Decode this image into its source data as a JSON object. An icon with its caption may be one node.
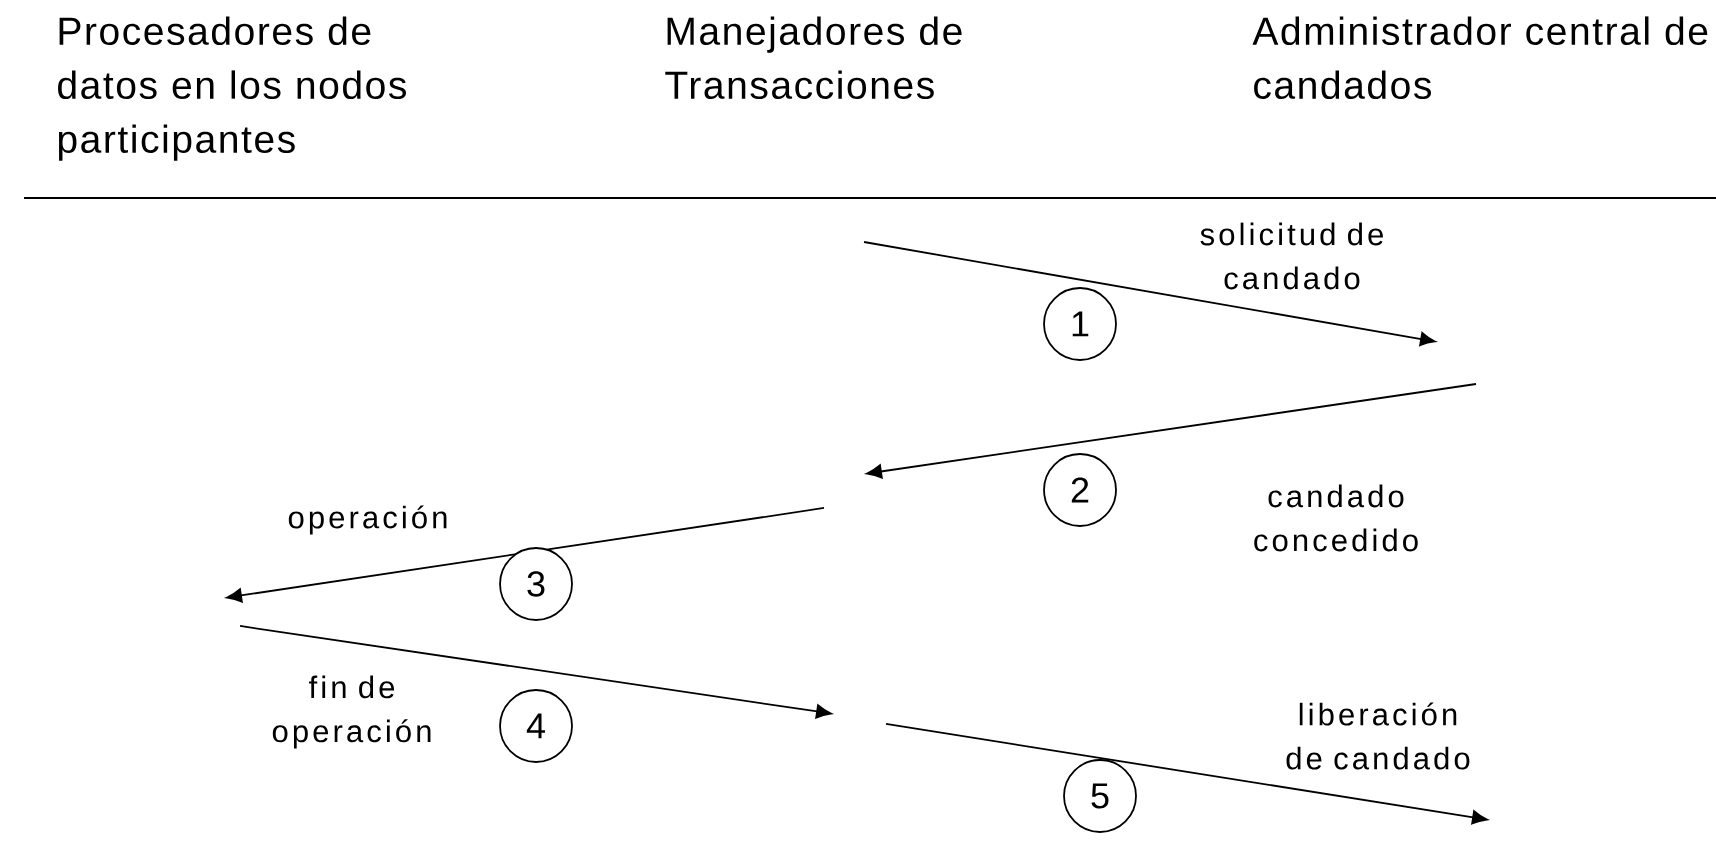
{
  "diagram": {
    "labels": [
      "Procesadores de datos en los nodos participantes",
      "Manejadores de Transacciones",
      "Administrador central de candados",
      "solicitud de candado",
      "1",
      "2",
      "candado concedido",
      "operación",
      "3",
      "fin de operación",
      "4",
      "liberación de candado",
      "5"
    ]
  }
}
